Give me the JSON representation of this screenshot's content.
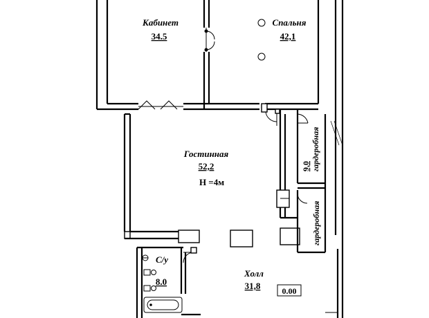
{
  "rooms": {
    "study": {
      "name": "Кабинет",
      "area": "34.5"
    },
    "bedroom": {
      "name": "Спальня",
      "area": "42,1"
    },
    "living": {
      "name": "Гостинная",
      "area": "52,2",
      "height": "Н =4м"
    },
    "wc": {
      "name": "С/у",
      "area": "8.0"
    },
    "hall": {
      "name": "Холл",
      "area": "31,8"
    },
    "closet1": {
      "name": "гардеробная",
      "area": "9,0"
    },
    "closet2": {
      "name": "гардеробная"
    }
  },
  "level_mark": "0.00"
}
